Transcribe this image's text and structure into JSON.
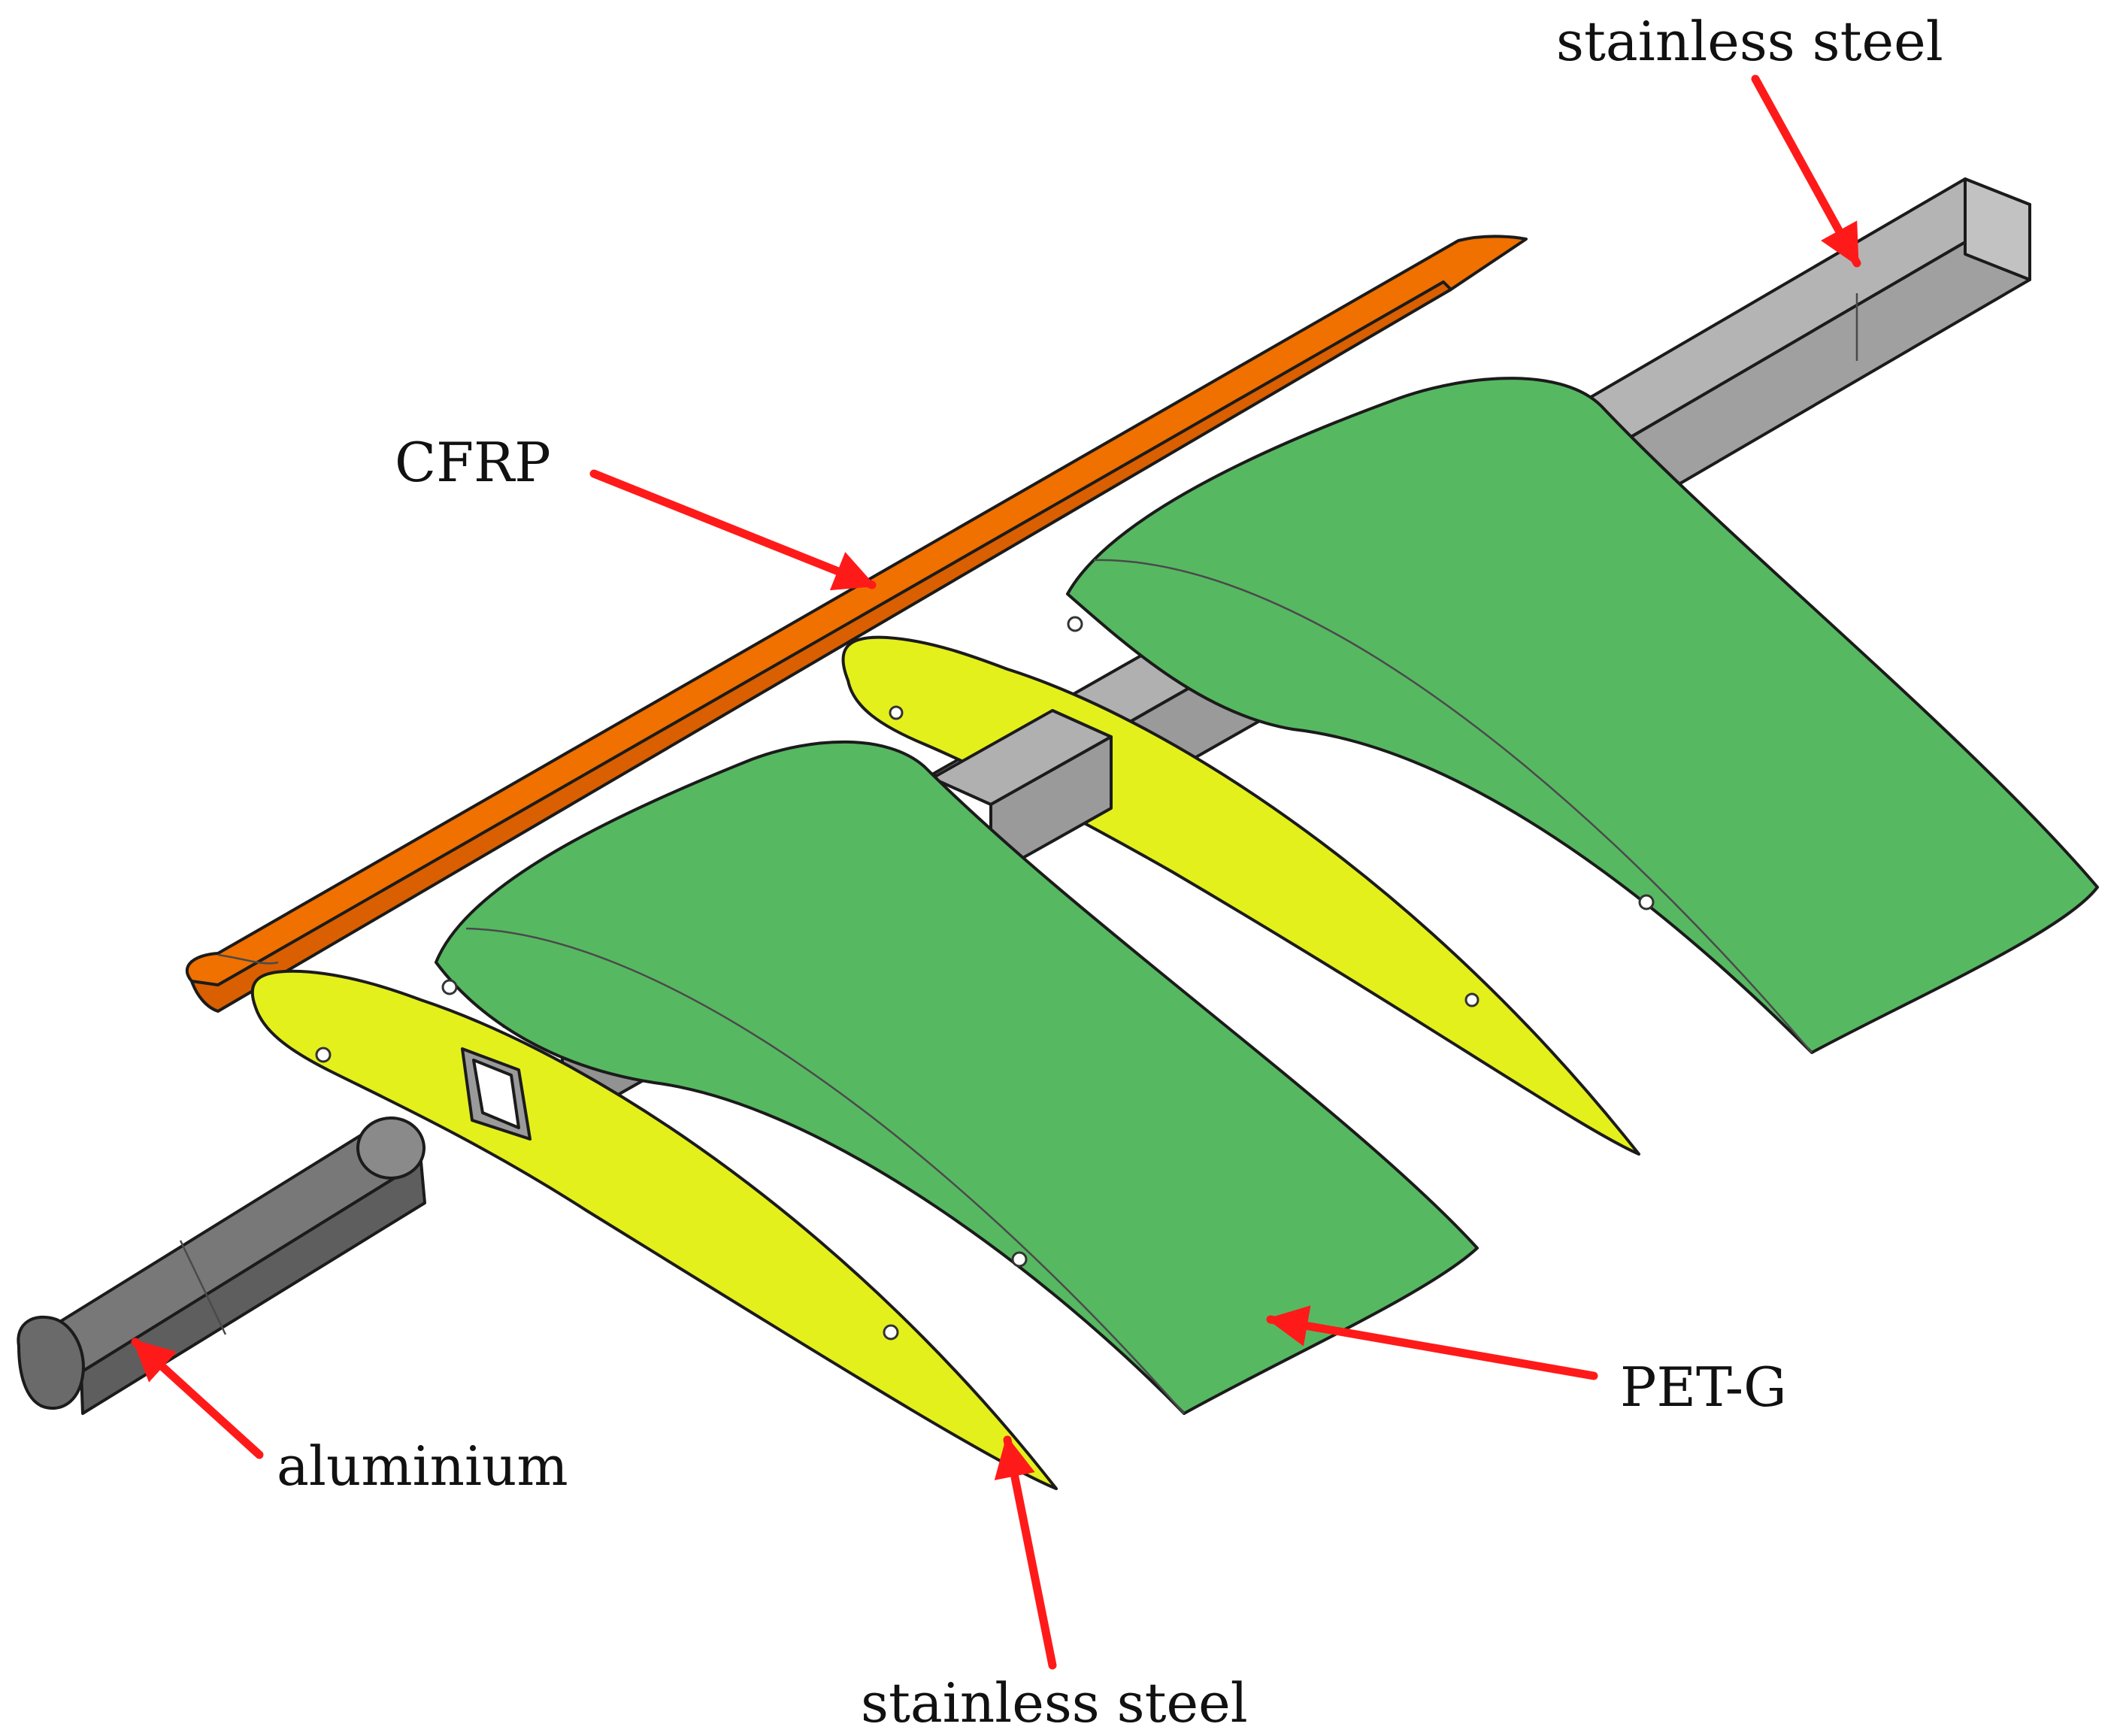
{
  "labels": {
    "steel_top": "stainless steel",
    "cfrp": "CFRP",
    "petg": "PET-G",
    "aluminium": "aluminium",
    "steel_bottom": "stainless steel"
  },
  "colors": {
    "cfrp": "#F07000",
    "petg": "#57B862",
    "steel_rib": "#E4F01C",
    "steel_spar": "#A8A8A8",
    "steel_spar_dark": "#8C8C8C",
    "aluminium": "#6E6E6E",
    "aluminium_dark": "#555555",
    "arrow": "#FF1A1A"
  }
}
